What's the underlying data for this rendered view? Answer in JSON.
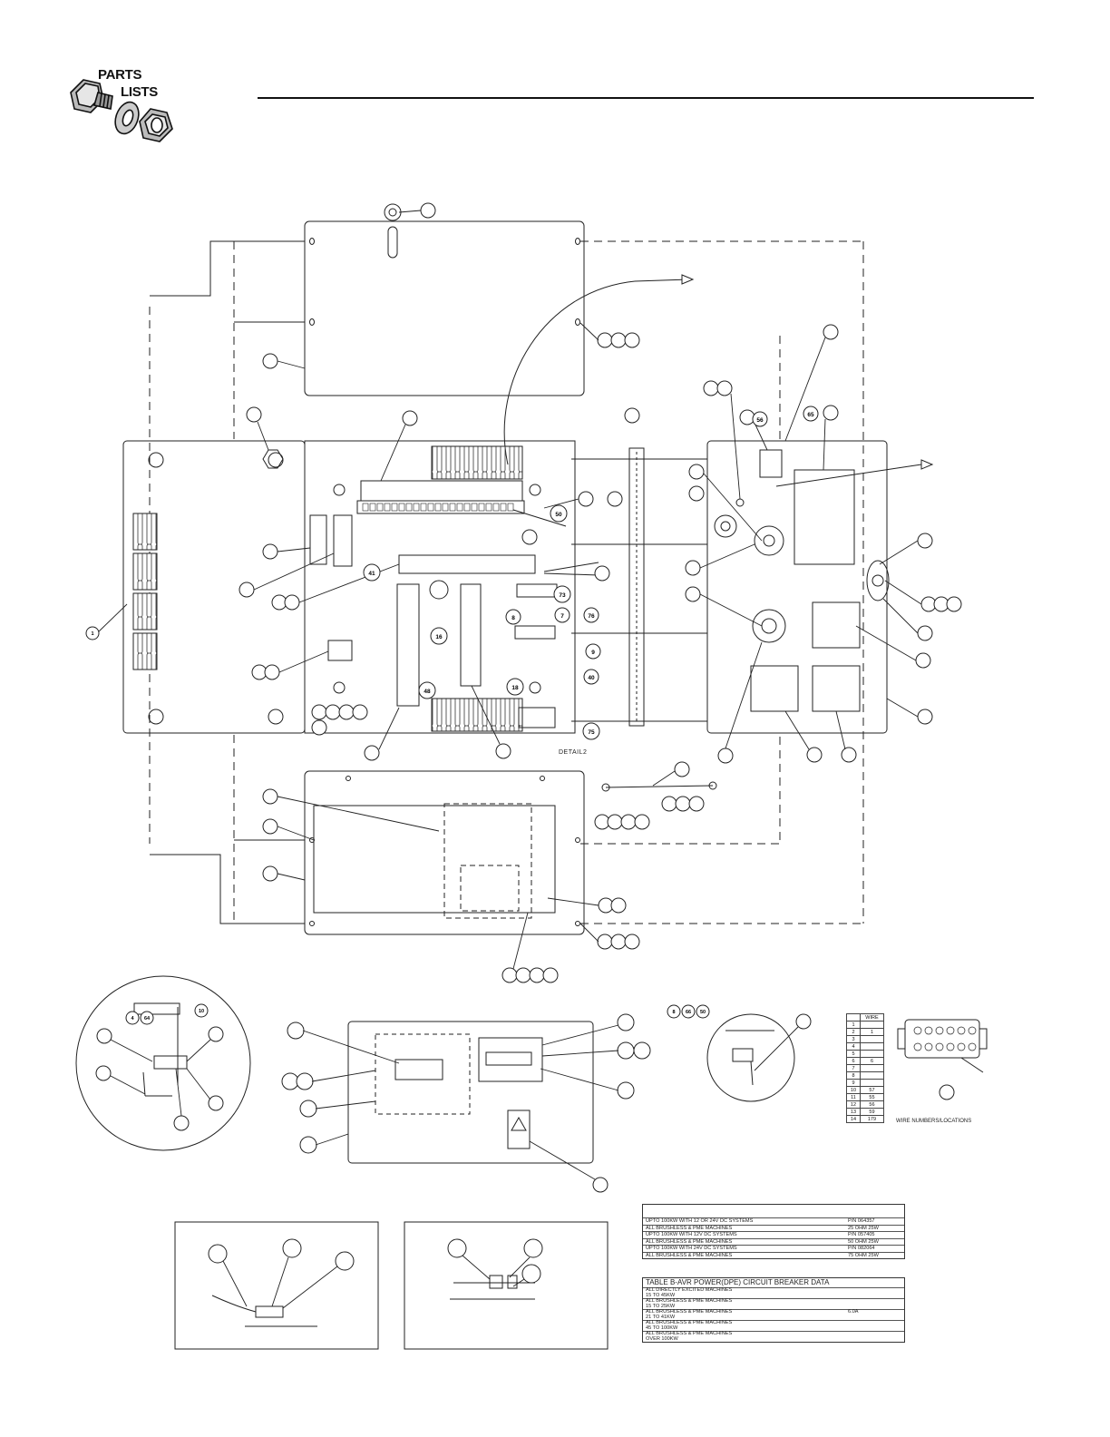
{
  "header": {
    "logo_line1": "PARTS",
    "logo_line2": "LISTS",
    "logo_icon": "bolt-washer-nut-icon"
  },
  "callouts": {
    "terminal_strip": "50",
    "ground_41": "41",
    "relay_16": "16",
    "connector_48": "48",
    "relay_18": "18",
    "bracket_73": "73",
    "strap_75": "75",
    "part_8": "8",
    "part_7": "7",
    "part_76": "76",
    "part_9": "9",
    "part_40": "40",
    "pot_56": "56",
    "fuse_65": "65",
    "unit_1": "1",
    "detail_4": "4",
    "detail_64": "64",
    "detail_10": "10",
    "detail_8": "8",
    "detail_66": "66",
    "detail_50": "50"
  },
  "detail2_label": "DETAIL2",
  "wire_table": {
    "header": "WIRE",
    "rows": [
      [
        "1",
        ""
      ],
      [
        "2",
        "1"
      ],
      [
        "3",
        ""
      ],
      [
        "4",
        ""
      ],
      [
        "5",
        ""
      ],
      [
        "6",
        "6"
      ],
      [
        "7",
        ""
      ],
      [
        "8",
        ""
      ],
      [
        "9",
        ""
      ],
      [
        "10",
        "57"
      ],
      [
        "11",
        "55"
      ],
      [
        "12",
        "56"
      ],
      [
        "13",
        "59"
      ],
      [
        "14",
        "179"
      ]
    ],
    "caption": "WIRE NUMBERS/LOCATIONS"
  },
  "resistor_table": {
    "rows": [
      {
        "desc": "UPTO 100KW WITH 12 OR 24V DC SYSTEMS",
        "pn": "P/N 064357"
      },
      {
        "desc": "ALL BRUSHLESS & PME MACHINES",
        "pn": "25 OHM 25W"
      },
      {
        "desc": "UPTO 100KW WITH 12V DC SYSTEMS",
        "pn": "P/N 057405"
      },
      {
        "desc": "ALL BRUSHLESS & PME MACHINES",
        "pn": "50 OHM 25W"
      },
      {
        "desc": "UPTO 100KW WITH 24V DC SYSTEMS",
        "pn": "P/N 082064"
      },
      {
        "desc": "ALL BRUSHLESS & PME MACHINES",
        "pn": "75 OHM 25W"
      }
    ]
  },
  "breaker_table": {
    "title": "TABLE B-AVR POWER(DPE) CIRCUIT BREAKER DATA",
    "rows": [
      {
        "l1": "ALL DIRECTLY EXCITED MACHINES",
        "l2": "15 TO 45KW",
        "v": ""
      },
      {
        "l1": "ALL BRUSHLESS & PME MACHINES",
        "l2": "15 TO 25KW",
        "v": ""
      },
      {
        "l1": "ALL BRUSHLESS & PME MACHINES",
        "l2": "21 TO 41KW",
        "v": "6.0A"
      },
      {
        "l1": "ALL BRUSHLESS & PME MACHINES",
        "l2": "45 TO 100KW",
        "v": ""
      },
      {
        "l1": "ALL BRUSHLESS & PME MACHINES",
        "l2": "OVER 100KW",
        "v": ""
      }
    ]
  }
}
